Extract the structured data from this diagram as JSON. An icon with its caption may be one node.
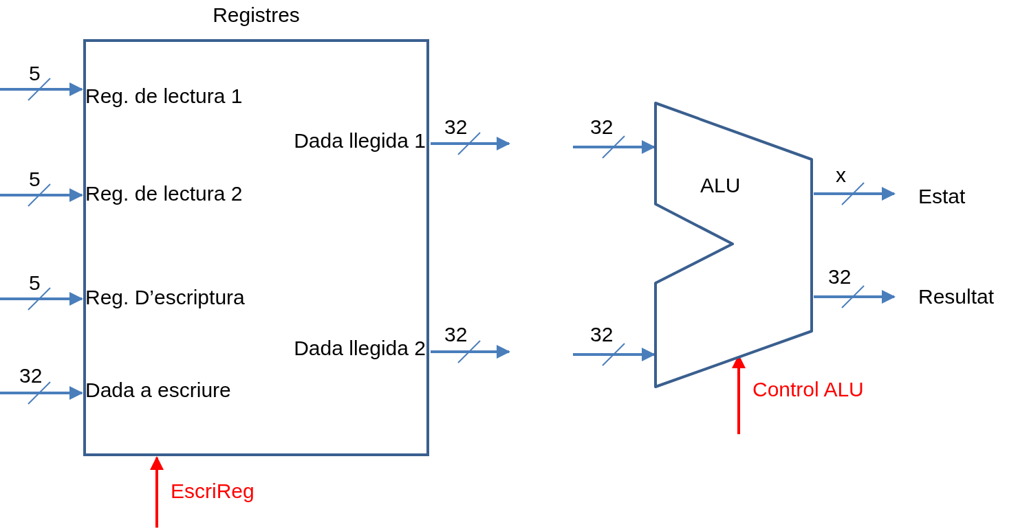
{
  "diagram": {
    "nodes": [
      {
        "text": [
          "Registres"
        ]
      },
      {
        "text": [
          "Reg. de lectura 1"
        ],
        "in": 0
      },
      {
        "text": [
          "Reg. de lectura 2"
        ],
        "in": 0
      },
      {
        "text": [
          "Reg. D’escriptura"
        ],
        "in": 0
      },
      {
        "text": [
          "Dada a escriure"
        ],
        "in": 0
      },
      {
        "text": [
          "Dada llegida 1"
        ],
        "in": 0
      },
      {
        "text": [
          "Dada llegida 2"
        ],
        "in": 0
      },
      {
        "text": [
          "ALU"
        ]
      },
      {
        "text": [
          "Estat"
        ]
      },
      {
        "text": [
          "Resultat"
        ]
      }
    ],
    "edges": [
      {
        "from": null,
        "to": 1,
        "arrow": "to",
        "label": "5"
      },
      {
        "from": null,
        "to": 2,
        "arrow": "to",
        "label": "5"
      },
      {
        "from": null,
        "to": 3,
        "arrow": "to",
        "label": "5"
      },
      {
        "from": null,
        "to": 4,
        "arrow": "to",
        "label": "32"
      },
      {
        "from": 5,
        "to": null,
        "arrow": "to",
        "label": "32"
      },
      {
        "from": 6,
        "to": null,
        "arrow": "to",
        "label": "32"
      },
      {
        "from": null,
        "to": 7,
        "arrow": "to",
        "label": "32"
      },
      {
        "from": null,
        "to": 7,
        "arrow": "to",
        "label": "32"
      },
      {
        "from": 7,
        "to": 8,
        "arrow": "to",
        "label": "x"
      },
      {
        "from": 7,
        "to": 9,
        "arrow": "to",
        "label": "32"
      },
      {
        "from": null,
        "to": 7,
        "arrow": "to",
        "label": "Control ALU",
        "color": "#ff0000"
      },
      {
        "from": null,
        "to": 0,
        "arrow": "to",
        "label": "EscriReg",
        "color": "#ff0000"
      }
    ]
  }
}
